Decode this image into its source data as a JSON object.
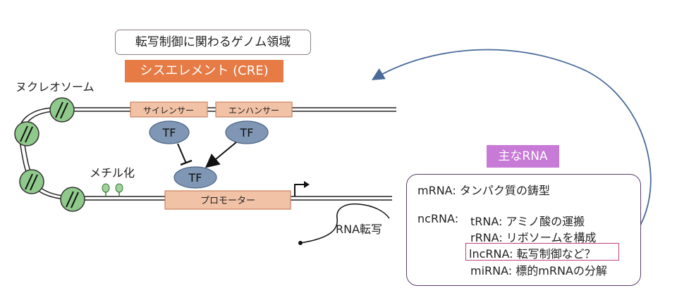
{
  "title": "転写制御に関わるゲノム領域",
  "cre_label": "シスエレメント (CRE)",
  "nucleosome_label": "ヌクレオソーム",
  "methyl_label": "メチル化",
  "silencer_label": "サイレンサー",
  "enhancer_label": "エンハンサー",
  "promoter_label": "プロモーター",
  "tf_label": "TF",
  "transcription_label": "RNA転写",
  "rna_panel": {
    "title": "主なRNA",
    "mrna": "mRNA: タンパク質の鋳型",
    "ncrna_prefix": "ncRNA:",
    "trna": "tRNA: アミノ酸の運搬",
    "rrna": "rRNA: リボソームを構成",
    "lncrna": "lncRNA: 転写制御など？",
    "mirna": "miRNA: 標的mRNAの分解"
  },
  "colors": {
    "cre": "#e67b46",
    "element_fill": "#f2c2a6",
    "element_border": "#c98360",
    "tf_fill": "#7f96b4",
    "nucleosome": "#8fc98b",
    "rna_title": "#c77ad6",
    "lnc_highlight": "#c0427a",
    "arrow": "#4a6a9a"
  }
}
